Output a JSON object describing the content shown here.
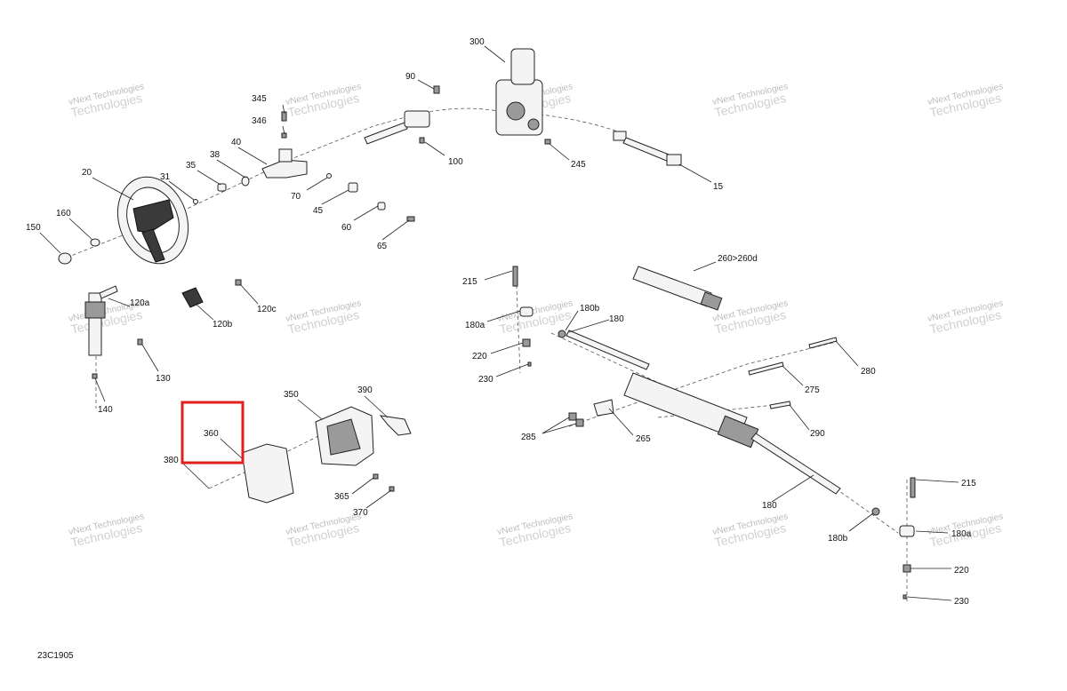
{
  "diagram_id": "23C1905",
  "watermark": {
    "line1": "vNext Technologies",
    "line2": "Technologies"
  },
  "highlight": {
    "label": "360",
    "color": "#e0201e"
  },
  "callouts": {
    "p300": "300",
    "p90": "90",
    "p345": "345",
    "p346": "346",
    "p40": "40",
    "p38": "38",
    "p35": "35",
    "p31": "31",
    "p20": "20",
    "p160": "160",
    "p150": "150",
    "p70": "70",
    "p45": "45",
    "p60": "60",
    "p65": "65",
    "p100": "100",
    "p245": "245",
    "p15": "15",
    "p120a": "120a",
    "p120b": "120b",
    "p120c": "120c",
    "p130": "130",
    "p140": "140",
    "p350": "350",
    "p390": "390",
    "p380": "380",
    "p365": "365",
    "p370": "370",
    "p215a": "215",
    "p180a": "180a",
    "p180b_top": "180b",
    "p180_top": "180",
    "p220a": "220",
    "p230a": "230",
    "p260": "260>260d",
    "p280": "280",
    "p275": "275",
    "p290": "290",
    "p285": "285",
    "p265": "265",
    "p180_bot": "180",
    "p180b_bot": "180b",
    "p215b": "215",
    "p180a_b": "180a",
    "p220b": "220",
    "p230b": "230"
  }
}
